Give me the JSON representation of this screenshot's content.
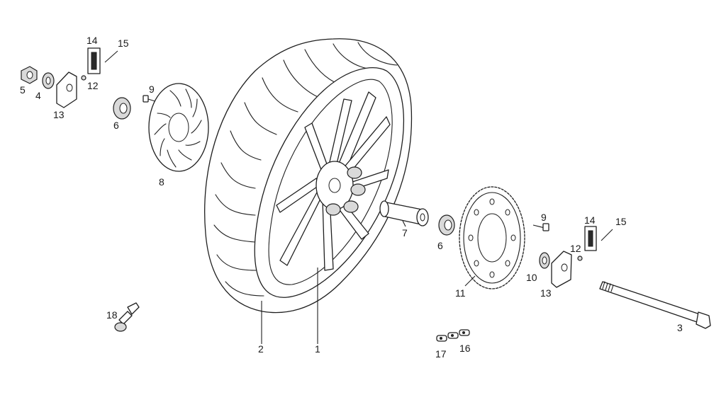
{
  "colors": {
    "line": "#1f1f1f",
    "background": "#ffffff"
  },
  "callouts": {
    "c1": "1",
    "c2": "2",
    "c3": "3",
    "c4": "4",
    "c5": "5",
    "c6a": "6",
    "c6b": "6",
    "c7": "7",
    "c8": "8",
    "c9a": "9",
    "c9b": "9",
    "c10": "10",
    "c11": "11",
    "c12a": "12",
    "c12b": "12",
    "c13a": "13",
    "c13b": "13",
    "c14a": "14",
    "c14b": "14",
    "c15a": "15",
    "c15b": "15",
    "c16": "16",
    "c17": "17",
    "c18": "18"
  }
}
